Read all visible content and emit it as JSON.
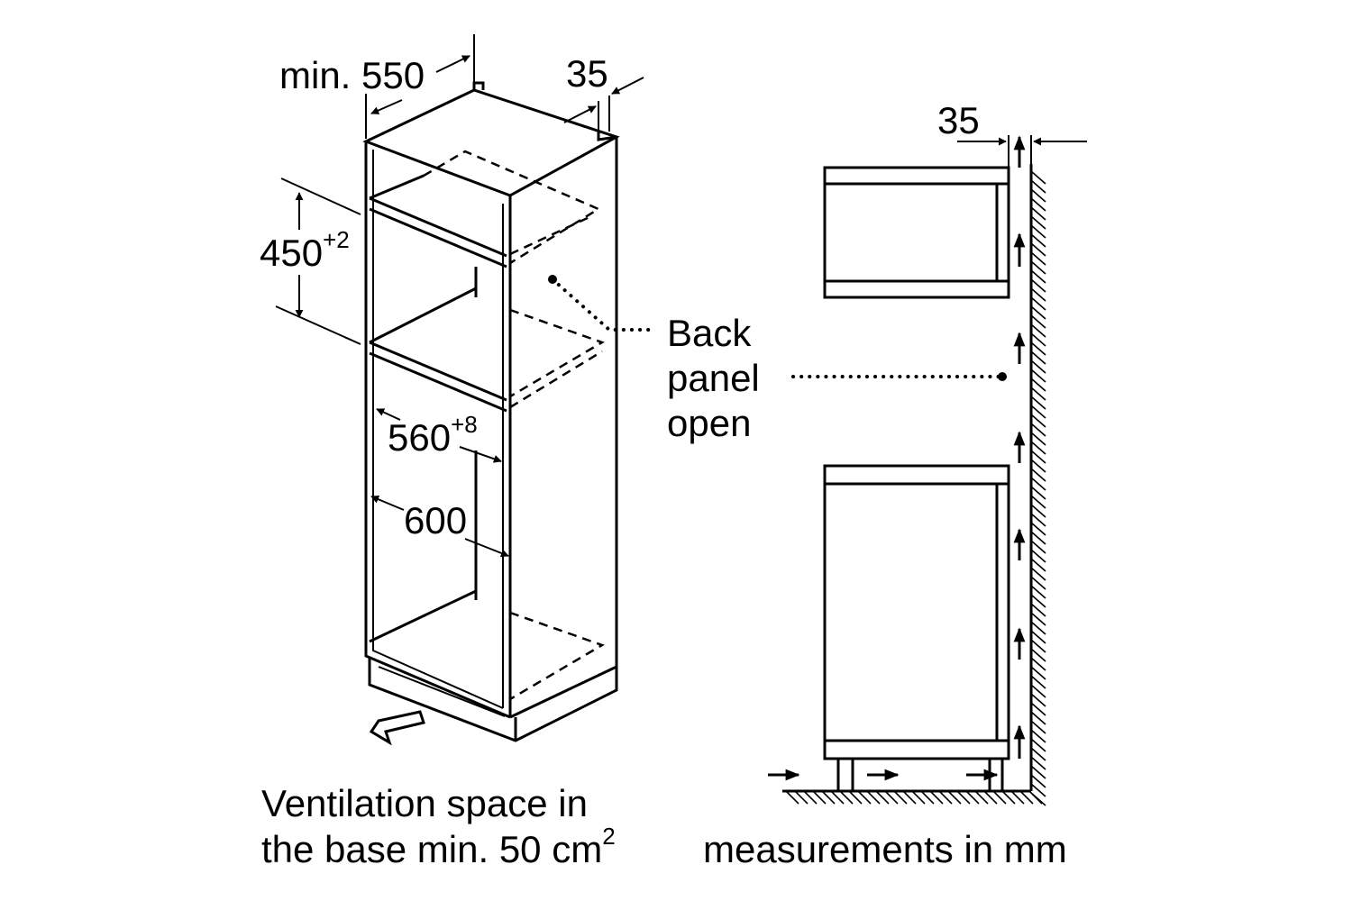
{
  "left_view": {
    "dim_width": "min. 550",
    "dim_gap": "35",
    "dim_height": "450",
    "dim_height_tol": "+2",
    "dim_inner_width": "560",
    "dim_inner_width_tol": "+8",
    "dim_outer_width": "600",
    "ventilation_line1": "Ventilation space in",
    "ventilation_line2": "the base min. 50 cm",
    "ventilation_unit_sup": "2"
  },
  "right_view": {
    "dim_gap": "35",
    "back_panel_line1": "Back",
    "back_panel_line2": "panel",
    "back_panel_line3": "open",
    "units_note": "measurements in mm"
  },
  "colors": {
    "ink": "#000000",
    "background": "#ffffff"
  }
}
